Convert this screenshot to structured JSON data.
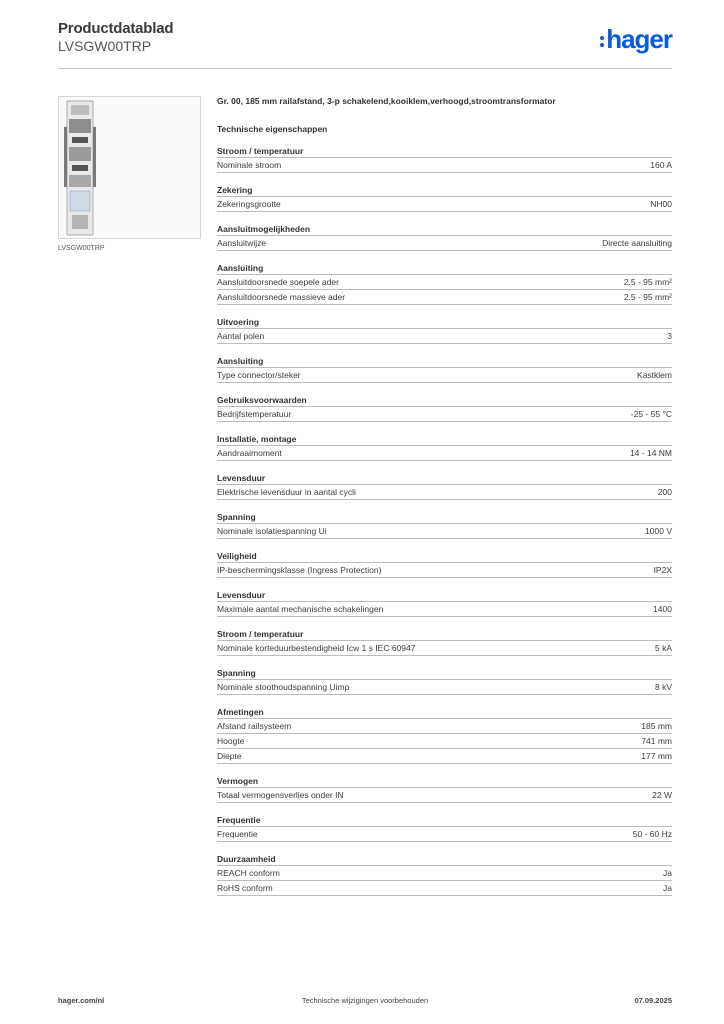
{
  "header": {
    "title": "Productdatablad",
    "subtitle": "LVSGW00TRP",
    "logo": "hager",
    "brand_color": "#0a5bd8"
  },
  "product": {
    "image_caption": "LVSGW00TRP",
    "description": "Gr. 00, 185 mm railafstand, 3-p schakelend,kooiklem,verhoogd,stroomtransformator"
  },
  "section_heading": "Technische eigenschappen",
  "groups": [
    {
      "title": "Stroom / temperatuur",
      "rows": [
        {
          "label": "Nominale stroom",
          "value": "160 A"
        }
      ]
    },
    {
      "title": "Zekering",
      "rows": [
        {
          "label": "Zekeringsgrootte",
          "value": "NH00"
        }
      ]
    },
    {
      "title": "Aansluitmogelijkheden",
      "rows": [
        {
          "label": "Aansluitwijze",
          "value": "Directe aansluiting"
        }
      ]
    },
    {
      "title": "Aansluiting",
      "rows": [
        {
          "label": "Aansluitdoorsnede soepele ader",
          "value": "2.5 - 95 mm²"
        },
        {
          "label": "Aansluitdoorsnede massieve ader",
          "value": "2.5 - 95 mm²"
        }
      ]
    },
    {
      "title": "Uitvoering",
      "rows": [
        {
          "label": "Aantal polen",
          "value": "3"
        }
      ]
    },
    {
      "title": "Aansluiting",
      "rows": [
        {
          "label": "Type connector/steker",
          "value": "Kastklem"
        }
      ]
    },
    {
      "title": "Gebruiksvoorwaarden",
      "rows": [
        {
          "label": "Bedrijfstemperatuur",
          "value": "-25 - 55 °C"
        }
      ]
    },
    {
      "title": "Installatie, montage",
      "rows": [
        {
          "label": "Aandraaimoment",
          "value": "14 - 14 NM"
        }
      ]
    },
    {
      "title": "Levensduur",
      "rows": [
        {
          "label": "Elektrische levensduur in aantal cycli",
          "value": "200"
        }
      ]
    },
    {
      "title": "Spanning",
      "rows": [
        {
          "label": "Nominale isolatiespanning Ui",
          "value": "1000 V"
        }
      ]
    },
    {
      "title": "Veiligheid",
      "rows": [
        {
          "label": "IP-beschermingsklasse (Ingress Protection)",
          "value": "IP2X"
        }
      ]
    },
    {
      "title": "Levensduur",
      "rows": [
        {
          "label": "Maximale aantal mechanische schakelingen",
          "value": "1400"
        }
      ]
    },
    {
      "title": "Stroom / temperatuur",
      "rows": [
        {
          "label": "Nominale korteduurbestendigheid Icw 1 s IEC 60947",
          "value": "5 kA"
        }
      ]
    },
    {
      "title": "Spanning",
      "rows": [
        {
          "label": "Nominale stoothoudspanning Uimp",
          "value": "8 kV"
        }
      ]
    },
    {
      "title": "Afmetingen",
      "rows": [
        {
          "label": "Afstand railsysteem",
          "value": "185 mm"
        },
        {
          "label": "Hoogte",
          "value": "741 mm"
        },
        {
          "label": "Diepte",
          "value": "177 mm"
        }
      ]
    },
    {
      "title": "Vermogen",
      "rows": [
        {
          "label": "Totaal vermogensverlies onder IN",
          "value": "22 W"
        }
      ]
    },
    {
      "title": "Frequentie",
      "rows": [
        {
          "label": "Frequentie",
          "value": "50 - 60 Hz"
        }
      ]
    },
    {
      "title": "Duurzaamheid",
      "rows": [
        {
          "label": "REACH conform",
          "value": "Ja"
        },
        {
          "label": "RoHS conform",
          "value": "Ja"
        }
      ]
    }
  ],
  "footer": {
    "website": "hager.com/nl",
    "notice": "Technische wijzigingen voorbehouden",
    "date": "07.09.2025"
  }
}
